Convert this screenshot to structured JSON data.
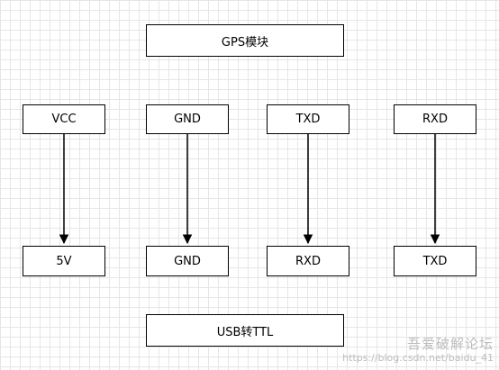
{
  "title_box": {
    "label": "GPS模块"
  },
  "bottom_box": {
    "label": "USB转TTL"
  },
  "connections": [
    {
      "from": "VCC",
      "to": "5V"
    },
    {
      "from": "GND",
      "to": "GND"
    },
    {
      "from": "TXD",
      "to": "RXD"
    },
    {
      "from": "RXD",
      "to": "TXD"
    }
  ],
  "watermark": {
    "title": "吾爱破解论坛",
    "url": "https://blog.csdn.net/baidu_41"
  }
}
